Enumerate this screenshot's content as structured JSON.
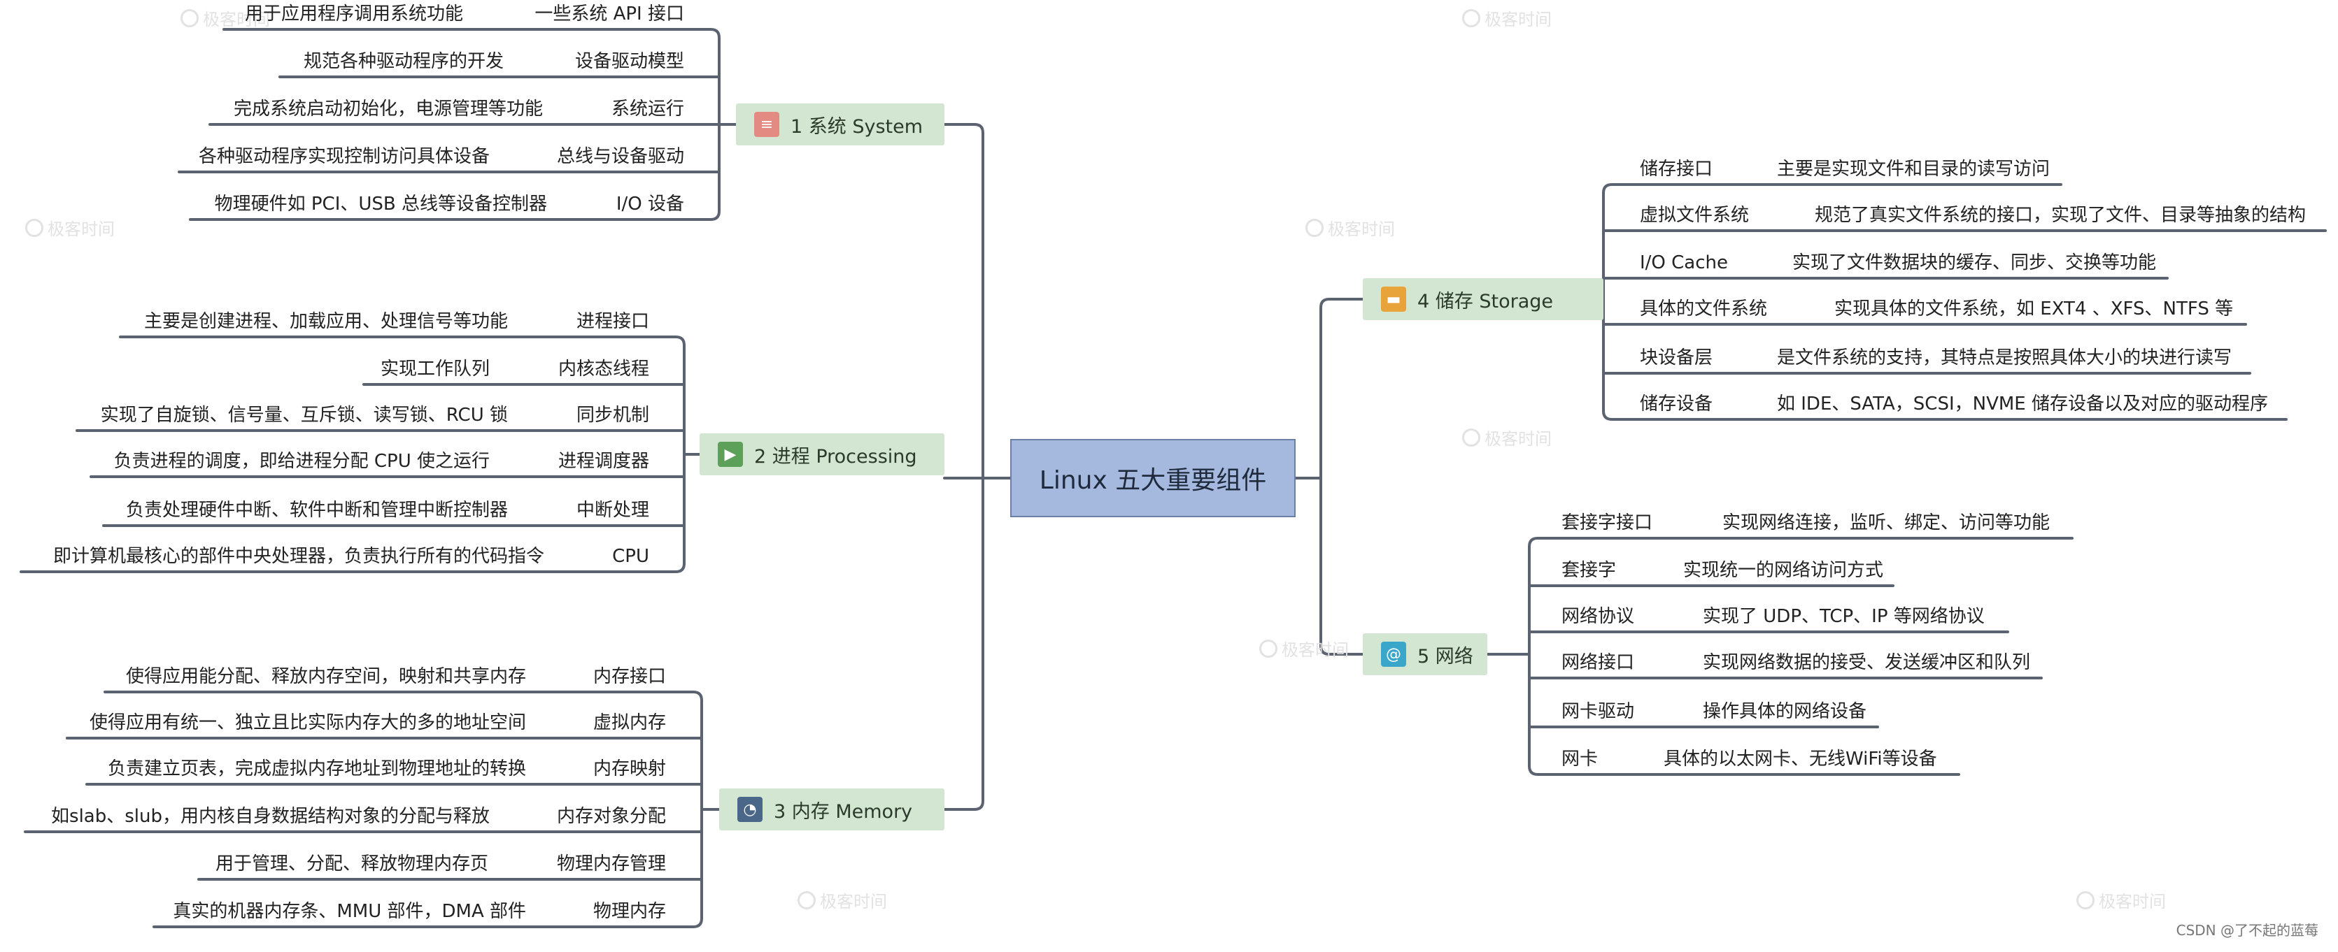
{
  "central": "Linux 五大重要组件",
  "watermark": "极客时间",
  "footer": "CSDN @了不起的蓝莓",
  "branches": [
    {
      "label": "1 系统 System",
      "icon": "stack-icon",
      "icon_color": "#e38b82",
      "items": [
        {
          "name": "一些系统 API 接口",
          "desc": "用于应用程序调用系统功能"
        },
        {
          "name": "设备驱动模型",
          "desc": "规范各种驱动程序的开发"
        },
        {
          "name": "系统运行",
          "desc": "完成系统启动初始化，电源管理等功能"
        },
        {
          "name": "总线与设备驱动",
          "desc": "各种驱动程序实现控制访问具体设备"
        },
        {
          "name": "I/O 设备",
          "desc": "物理硬件如 PCI、USB 总线等设备控制器"
        }
      ]
    },
    {
      "label": "2 进程 Processing",
      "icon": "play-icon",
      "icon_color": "#5da05a",
      "items": [
        {
          "name": "进程接口",
          "desc": "主要是创建进程、加载应用、处理信号等功能"
        },
        {
          "name": "内核态线程",
          "desc": "实现工作队列"
        },
        {
          "name": "同步机制",
          "desc": "实现了自旋锁、信号量、互斥锁、读写锁、RCU 锁"
        },
        {
          "name": "进程调度器",
          "desc": "负责进程的调度，即给进程分配 CPU 使之运行"
        },
        {
          "name": "中断处理",
          "desc": "负责处理硬件中断、软件中断和管理中断控制器"
        },
        {
          "name": "CPU",
          "desc": "即计算机最核心的部件中央处理器，负责执行所有的代码指令"
        }
      ]
    },
    {
      "label": "3 内存 Memory",
      "icon": "pie-chart-icon",
      "icon_color": "#4a6688",
      "items": [
        {
          "name": "内存接口",
          "desc": "使得应用能分配、释放内存空间，映射和共享内存"
        },
        {
          "name": "虚拟内存",
          "desc": "使得应用有统一、独立且比实际内存大的多的地址空间"
        },
        {
          "name": "内存映射",
          "desc": "负责建立页表，完成虚拟内存地址到物理地址的转换"
        },
        {
          "name": "内存对象分配",
          "desc": "如slab、slub，用内核自身数据结构对象的分配与释放"
        },
        {
          "name": "物理内存管理",
          "desc": "用于管理、分配、释放物理内存页"
        },
        {
          "name": "物理内存",
          "desc": "真实的机器内存条、MMU 部件，DMA 部件"
        }
      ]
    },
    {
      "label": "4 储存 Storage",
      "icon": "folder-icon",
      "icon_color": "#e8a43a",
      "items": [
        {
          "name": "储存接口",
          "desc": "主要是实现文件和目录的读写访问"
        },
        {
          "name": "虚拟文件系统",
          "desc": "规范了真实文件系统的接口，实现了文件、目录等抽象的结构"
        },
        {
          "name": "I/O Cache",
          "desc": "实现了文件数据块的缓存、同步、交换等功能"
        },
        {
          "name": "具体的文件系统",
          "desc": "实现具体的文件系统，如 EXT4 、XFS、NTFS 等"
        },
        {
          "name": "块设备层",
          "desc": "是文件系统的支持，其特点是按照具体大小的块进行读写"
        },
        {
          "name": "储存设备",
          "desc": "如 IDE、SATA，SCSI，NVME 储存设备以及对应的驱动程序"
        }
      ]
    },
    {
      "label": "5 网络",
      "icon": "at-icon",
      "icon_color": "#3aa6c9",
      "items": [
        {
          "name": "套接字接口",
          "desc": "实现网络连接，监听、绑定、访问等功能"
        },
        {
          "name": "套接字",
          "desc": "实现统一的网络访问方式"
        },
        {
          "name": "网络协议",
          "desc": "实现了 UDP、TCP、IP 等网络协议"
        },
        {
          "name": "网络接口",
          "desc": "实现网络数据的接受、发送缓冲区和队列"
        },
        {
          "name": "网卡驱动",
          "desc": "操作具体的网络设备"
        },
        {
          "name": "网卡",
          "desc": "具体的以太网卡、无线WiFi等设备"
        }
      ]
    }
  ]
}
